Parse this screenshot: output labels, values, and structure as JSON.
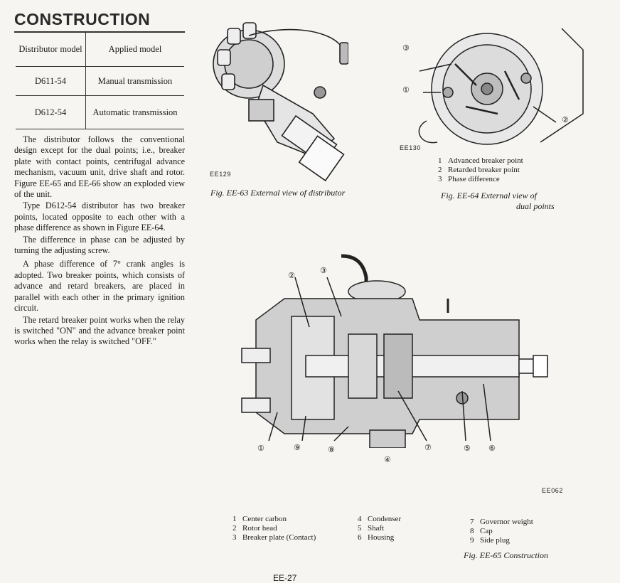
{
  "heading": "CONSTRUCTION",
  "table": {
    "header": [
      "Distributor model",
      "Applied model"
    ],
    "rows": [
      [
        "D611-54",
        "Manual transmission"
      ],
      [
        "D612-54",
        "Automatic transmission"
      ]
    ]
  },
  "paragraphs": [
    "The distributor follows the conventional design except for the dual points; i.e., breaker plate with contact points, centrifugal advance mechanism, vacuum unit, drive shaft and rotor. Figure EE-65 and EE-66 show an exploded view of the unit.",
    "Type D612-54 distributor has two breaker points, located opposite to each other with a phase difference as shown in Figure EE-64.",
    "The difference in phase can be adjusted by turning the adjusting screw.",
    "A phase difference of 7° crank angles is adopted. Two breaker points, which consists of advance and retard breakers, are placed in parallel with each other in the primary ignition circuit.",
    "The retard breaker point works when the relay is switched \"ON\" and the advance breaker point works when the relay is switched \"OFF.\""
  ],
  "fig63": {
    "code": "EE129",
    "caption": "Fig. EE-63 External view of distributor"
  },
  "fig64": {
    "code": "EE130",
    "callouts": [
      "①",
      "②",
      "③"
    ],
    "legend": [
      {
        "num": "1",
        "text": "Advanced breaker point"
      },
      {
        "num": "2",
        "text": "Retarded breaker point"
      },
      {
        "num": "3",
        "text": "Phase difference"
      }
    ],
    "caption_line1": "Fig. EE-64 External view of",
    "caption_line2": "dual points"
  },
  "fig65": {
    "code": "EE062",
    "callouts": [
      "①",
      "②",
      "③",
      "④",
      "⑤",
      "⑥",
      "⑦",
      "⑧",
      "⑨"
    ],
    "legend_col1": [
      {
        "num": "1",
        "text": "Center carbon"
      },
      {
        "num": "2",
        "text": "Rotor head"
      },
      {
        "num": "3",
        "text": "Breaker plate (Contact)"
      }
    ],
    "legend_col2": [
      {
        "num": "4",
        "text": "Condenser"
      },
      {
        "num": "5",
        "text": "Shaft"
      },
      {
        "num": "6",
        "text": "Housing"
      }
    ],
    "legend_col3": [
      {
        "num": "7",
        "text": "Governor weight"
      },
      {
        "num": "8",
        "text": "Cap"
      },
      {
        "num": "9",
        "text": "Side plug"
      }
    ],
    "caption": "Fig. EE-65 Construction"
  },
  "page_number": "EE-27"
}
